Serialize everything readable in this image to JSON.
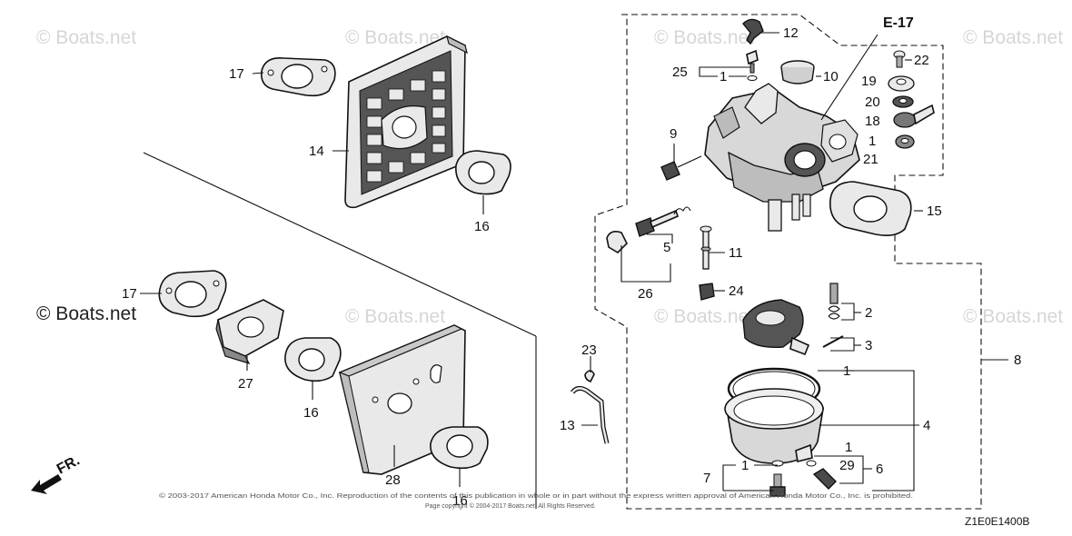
{
  "watermark": {
    "text": "© Boats.net"
  },
  "diagram_code": "Z1E0E1400B",
  "reference_tag": "E-17",
  "direction_tag": "FR.",
  "copyright": {
    "line1": "© 2003-2017 American Honda Motor Co., Inc. Reproduction of the contents of this publication in whole or in part without the express written approval of American Honda Motor Co., Inc. is prohibited.",
    "line2": "Page copyright © 2004-2017 Boats.net. All Rights Reserved."
  },
  "callouts": {
    "c1a": "1",
    "c1b": "1",
    "c1c": "1",
    "c1d": "1",
    "c1e": "1",
    "c2": "2",
    "c3": "3",
    "c4": "4",
    "c5": "5",
    "c6": "6",
    "c7": "7",
    "c8": "8",
    "c9": "9",
    "c10": "10",
    "c11": "11",
    "c12": "12",
    "c13": "13",
    "c14": "14",
    "c15": "15",
    "c16a": "16",
    "c16b": "16",
    "c16c": "16",
    "c17a": "17",
    "c17b": "17",
    "c18": "18",
    "c19": "19",
    "c20": "20",
    "c21": "21",
    "c22": "22",
    "c23": "23",
    "c24": "24",
    "c25": "25",
    "c26": "26",
    "c27": "27",
    "c28": "28",
    "c29": "29"
  }
}
